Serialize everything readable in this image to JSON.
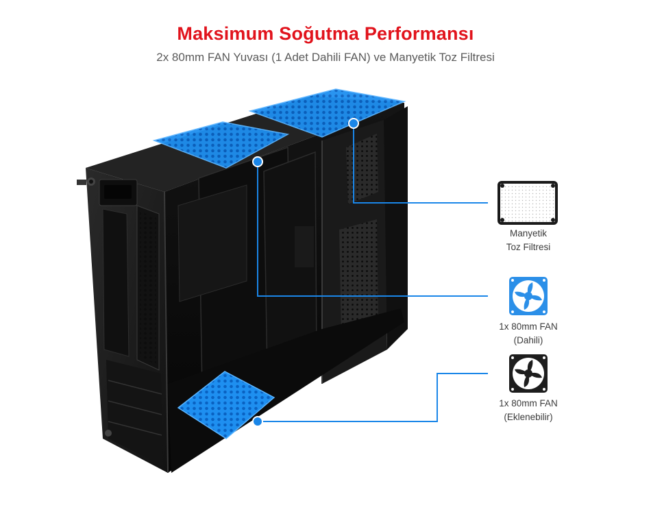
{
  "header": {
    "title": "Maksimum Soğutma Performansı",
    "subtitle": "2x 80mm FAN Yuvası (1 Adet Dahili FAN) ve Manyetik Toz Filtresi"
  },
  "callouts": [
    {
      "icon": "dust-filter-icon",
      "line1": "Manyetik",
      "line2": "Toz Filtresi"
    },
    {
      "icon": "blue-fan-icon",
      "line1": "1x 80mm FAN",
      "line2": "(Dahili)"
    },
    {
      "icon": "black-fan-icon",
      "line1": "1x 80mm FAN",
      "line2": "(Eklenebilir)"
    }
  ],
  "colors": {
    "title": "#e1131c",
    "accent_blue": "#1a86e8",
    "case_black": "#1b1b1b"
  }
}
